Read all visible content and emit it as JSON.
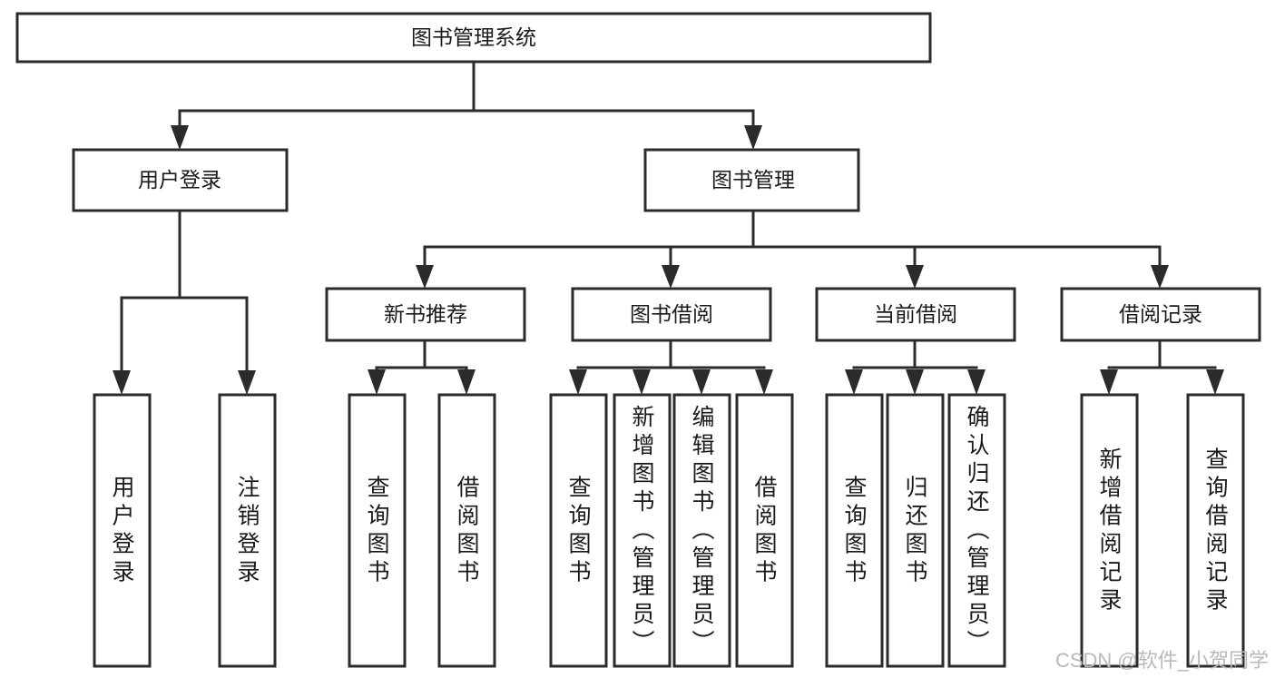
{
  "diagram": {
    "title": "图书管理系统",
    "type": "hierarchy-tree",
    "root": {
      "id": "root",
      "label": "图书管理系统",
      "orientation": "horizontal"
    },
    "level2": [
      {
        "id": "user-login",
        "label": "用户登录",
        "orientation": "horizontal"
      },
      {
        "id": "book-management",
        "label": "图书管理",
        "orientation": "horizontal"
      }
    ],
    "level3": [
      {
        "id": "new-book-recommend",
        "label": "新书推荐",
        "orientation": "horizontal",
        "parent": "book-management"
      },
      {
        "id": "book-borrow",
        "label": "图书借阅",
        "orientation": "horizontal",
        "parent": "book-management"
      },
      {
        "id": "current-borrow",
        "label": "当前借阅",
        "orientation": "horizontal",
        "parent": "book-management"
      },
      {
        "id": "borrow-record",
        "label": "借阅记录",
        "orientation": "horizontal",
        "parent": "book-management"
      }
    ],
    "leaves": [
      {
        "id": "leaf-user-login",
        "label": "用户登录",
        "orientation": "vertical",
        "parent": "user-login"
      },
      {
        "id": "leaf-logout-login",
        "label": "注销登录",
        "orientation": "vertical",
        "parent": "user-login"
      },
      {
        "id": "leaf-query-book-1",
        "label": "查询图书",
        "orientation": "vertical",
        "parent": "new-book-recommend"
      },
      {
        "id": "leaf-borrow-book-1",
        "label": "借阅图书",
        "orientation": "vertical",
        "parent": "new-book-recommend"
      },
      {
        "id": "leaf-query-book-2",
        "label": "查询图书",
        "orientation": "vertical",
        "parent": "book-borrow"
      },
      {
        "id": "leaf-add-book-admin",
        "label": "新增图书（管理员）",
        "orientation": "vertical",
        "parent": "book-borrow"
      },
      {
        "id": "leaf-edit-book-admin",
        "label": "编辑图书（管理员）",
        "orientation": "vertical",
        "parent": "book-borrow"
      },
      {
        "id": "leaf-borrow-book-2",
        "label": "借阅图书",
        "orientation": "vertical",
        "parent": "book-borrow"
      },
      {
        "id": "leaf-query-book-3",
        "label": "查询图书",
        "orientation": "vertical",
        "parent": "current-borrow"
      },
      {
        "id": "leaf-return-book",
        "label": "归还图书",
        "orientation": "vertical",
        "parent": "current-borrow"
      },
      {
        "id": "leaf-confirm-return-admin",
        "label": "确认归还（管理员）",
        "orientation": "vertical",
        "parent": "current-borrow"
      },
      {
        "id": "leaf-add-borrow-record",
        "label": "新增借阅记录",
        "orientation": "vertical",
        "parent": "borrow-record"
      },
      {
        "id": "leaf-query-borrow-record",
        "label": "查询借阅记录",
        "orientation": "vertical",
        "parent": "borrow-record"
      }
    ],
    "colors": {
      "box_stroke": "#2b2b2b",
      "box_fill": "#ffffff",
      "connector": "#2b2b2b",
      "text": "#1a1a1a",
      "watermark": "#b9b9b9",
      "background": "#ffffff"
    }
  },
  "watermark": {
    "text": "CSDN @软件_小贺同学"
  }
}
